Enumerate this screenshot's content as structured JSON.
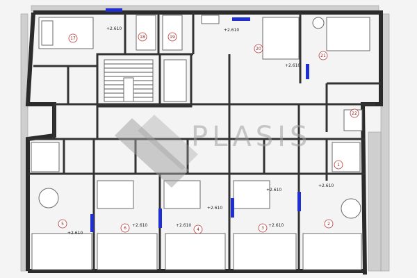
{
  "watermark": {
    "text": "PLASIS"
  },
  "levels": {
    "a": "+2.610",
    "b": "+2.610",
    "c": "+2.610",
    "d": "+2.610",
    "e": "+2.610",
    "f": "+2.610",
    "g": "+2.610",
    "h": "+2.610",
    "i": "+2.610",
    "j": "+2.610"
  },
  "rooms": {
    "r1": "17",
    "r2": "18",
    "r3": "19",
    "r4": "20",
    "r5": "21",
    "r6": "22",
    "r7": "5",
    "r8": "6",
    "r9": "4",
    "r10": "3",
    "r11": "2",
    "r12": "1"
  },
  "colors": {
    "wall": "#2b2b2b",
    "accent": "#1f2fd1",
    "room_label": "#8a1a1a",
    "watermark": "#9e9e9e"
  }
}
